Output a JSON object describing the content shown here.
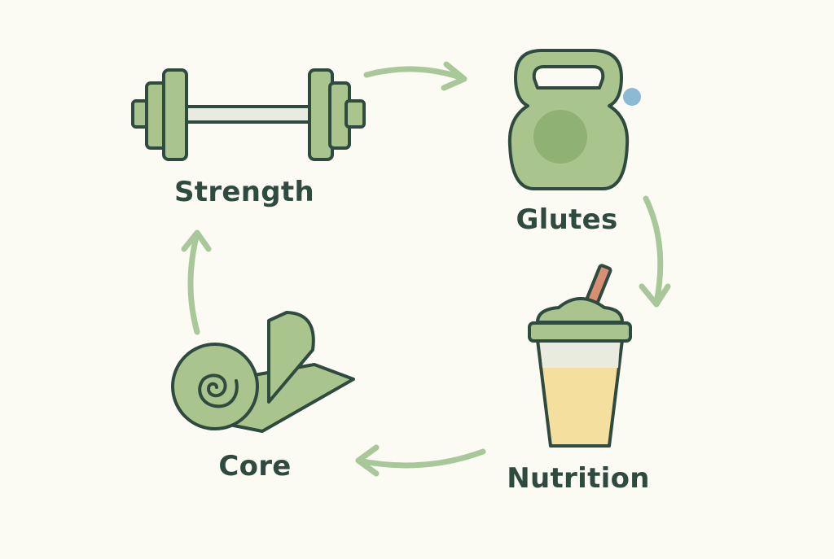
{
  "diagram": {
    "type": "cycle",
    "stages": [
      {
        "id": "strength",
        "label": "Strength",
        "icon": "barbell-icon"
      },
      {
        "id": "glutes",
        "label": "Glutes",
        "icon": "kettlebell-icon"
      },
      {
        "id": "nutrition",
        "label": "Nutrition",
        "icon": "shaker-cup-icon"
      },
      {
        "id": "core",
        "label": "Core",
        "icon": "yoga-mat-icon"
      }
    ],
    "flow": [
      {
        "from": "strength",
        "to": "glutes"
      },
      {
        "from": "glutes",
        "to": "nutrition"
      },
      {
        "from": "nutrition",
        "to": "core"
      },
      {
        "from": "core",
        "to": "strength"
      }
    ]
  },
  "colors": {
    "background": "#fbfaf3",
    "icon_fill": "#a9c48c",
    "icon_fill_dark": "#8fb173",
    "outline": "#2f4a3f",
    "arrow": "#a9c89a",
    "drink": "#f5df9f",
    "straw": "#d98f74",
    "accent_dot": "#8cb9d6"
  }
}
